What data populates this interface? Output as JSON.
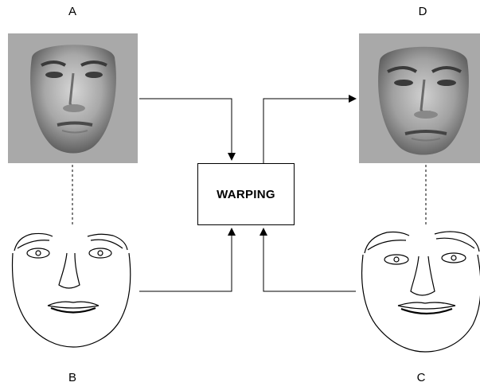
{
  "labels": {
    "a": "A",
    "b": "B",
    "c": "C",
    "d": "D"
  },
  "warping_box": {
    "label": "WARPING"
  },
  "colors": {
    "photo_background": "#a9a9a9",
    "line": "#000000"
  }
}
